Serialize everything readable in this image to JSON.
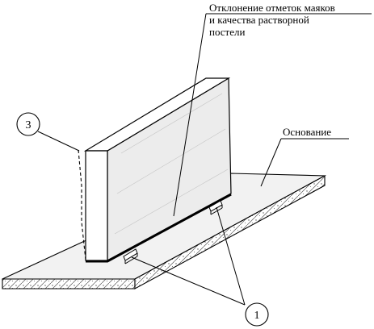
{
  "labels": {
    "deviation_line1": "Отклонение отметок маяков",
    "deviation_line2": "и качества растворной",
    "deviation_line3": "постели",
    "base": "Основание"
  },
  "callouts": {
    "one": "1",
    "three": "3"
  },
  "colors": {
    "ink": "#000000",
    "paper": "#ffffff",
    "base_face": "#f2f2f2",
    "block_side": "#e9e9e9",
    "hatch": "#555555"
  }
}
